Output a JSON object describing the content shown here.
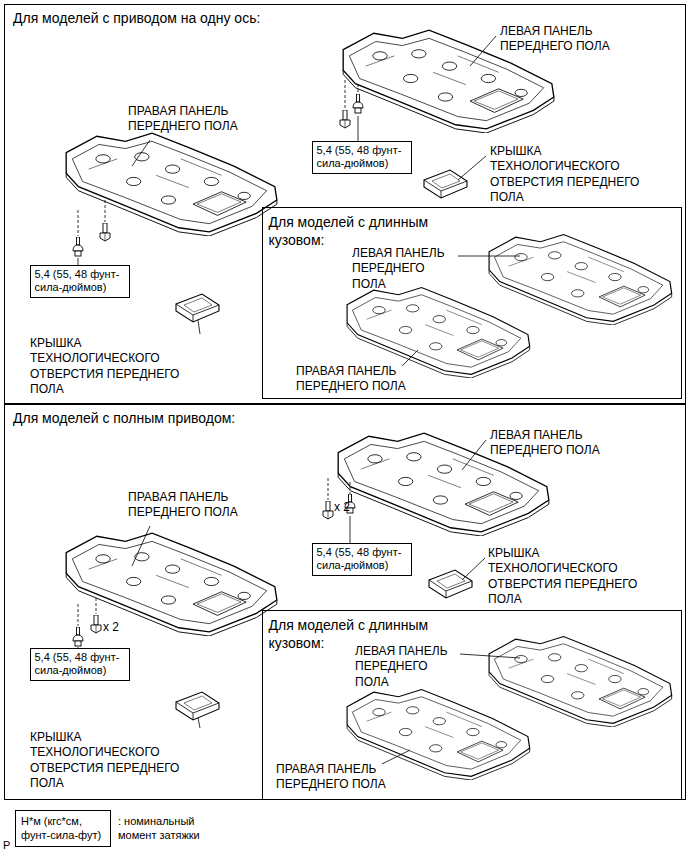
{
  "diagram": {
    "nodes": [
      {
        "text": [
          "Для моделей с приводом на одну ось:"
        ]
      },
      {
        "text": [
          "5,4 (55, 48 фунт- сила-дюймов)"
        ],
        "in": 0
      },
      {
        "text": [
          "5,4 (55, 48 фунт- сила-дюймов)"
        ],
        "in": 0
      },
      {
        "text": [
          "Для моделей с длинным кузовом:"
        ],
        "in": 0
      },
      {
        "text": [
          "Для моделей с полным приводом:"
        ]
      },
      {
        "text": [
          "5,4 (55, 48 фунт- сила-дюймов)"
        ],
        "in": 4
      },
      {
        "text": [
          "5,4 (55, 48 фунт- сила-дюймов)"
        ],
        "in": 4
      },
      {
        "text": [
          "Для моделей с длинным кузовом:"
        ],
        "in": 4
      },
      {
        "text": [
          "Н*м (кгс*см, фунт-сила-фут)"
        ]
      }
    ],
    "labels": [
      "ЛЕВАЯ ПАНЕЛЬ ПЕРЕДНЕГО ПОЛА",
      "ПРАВАЯ ПАНЕЛЬ ПЕРЕДНЕГО ПОЛА",
      "КРЫШКА ТЕХНОЛОГИЧЕСКОГО ОТВЕРСТИЯ ПЕРЕДНЕГО ПОЛА",
      "ЛЕВАЯ ПАНЕЛЬ ПЕРЕДНЕГО ПОЛА",
      "КРЫШКА ТЕХНОЛОГИЧЕСКОГО ОТВЕРСТИЯ ПЕРЕДНЕГО ПОЛА",
      "ПРАВАЯ ПАНЕЛЬ ПЕРЕДНЕГО ПОЛА",
      "ЛЕВАЯ ПАНЕЛЬ ПЕРЕДНЕГО ПОЛА",
      "ПРАВАЯ ПАНЕЛЬ ПЕРЕДНЕГО ПОЛА",
      "x 2",
      "КРЫШКА ТЕХНОЛОГИЧЕСКОГО ОТВЕРСТИЯ ПЕРЕДНЕГО ПОЛА",
      "x 2",
      "ЛЕВАЯ ПАНЕЛЬ ПЕРЕДНЕГО ПОЛА",
      "КРЫШКА ТЕХНОЛОГИЧЕСКОГО ОТВЕРСТИЯ ПЕРЕДНЕГО ПОЛА",
      "ПРАВАЯ ПАНЕЛЬ ПЕРЕДНЕГО ПОЛА",
      ": номинальный момент затяжки",
      "P"
    ]
  }
}
